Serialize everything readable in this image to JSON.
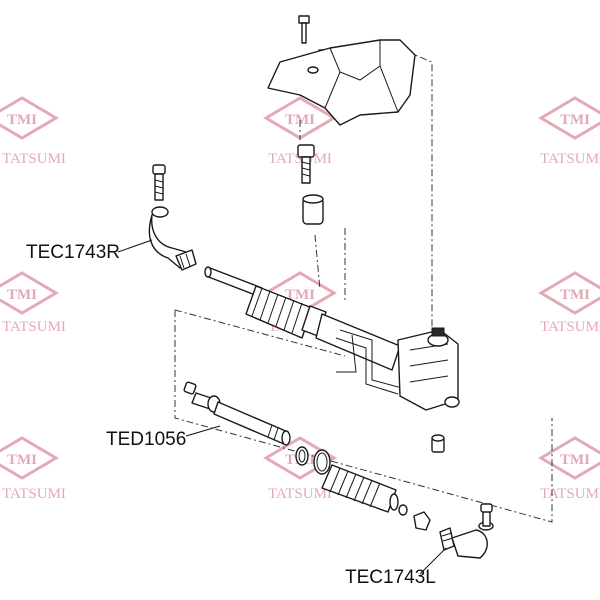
{
  "watermark": {
    "logo_text": "TMI",
    "brand_text": "TATSUMI",
    "color": "#e3a9b4"
  },
  "callouts": {
    "tie_rod_end_right": "TEC1743R",
    "inner_tie_rod": "TED1056",
    "tie_rod_end_left": "TEC1743L"
  },
  "colors": {
    "line": "#1a1a1a",
    "background": "#ffffff"
  }
}
